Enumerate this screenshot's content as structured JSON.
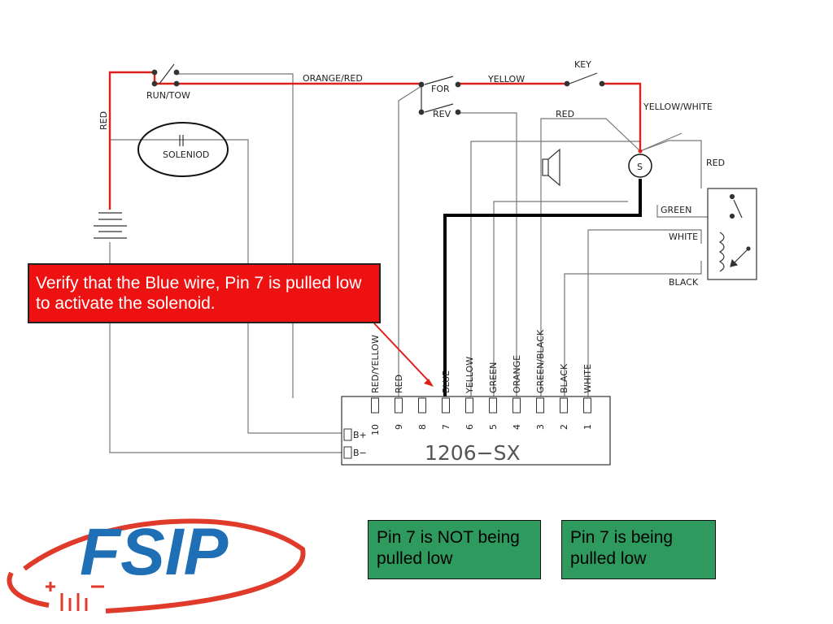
{
  "callout_text": "Verify that the Blue wire, Pin 7 is pulled low to activate the solenoid.",
  "buttons": {
    "not_pulled": "Pin 7 is NOT being pulled low",
    "pulled": "Pin 7 is being pulled low"
  },
  "labels": {
    "run_tow": "RUN/TOW",
    "orange_red": "ORANGE/RED",
    "red_left": "RED",
    "solenoid": "SOLENIOD",
    "for": "FOR",
    "rev": "REV",
    "yellow": "YELLOW",
    "key": "KEY",
    "red_top": "RED",
    "yellow_white": "YELLOW/WHITE",
    "s": "S",
    "red_right": "RED",
    "green": "GREEN",
    "white": "WHITE",
    "black": "BLACK",
    "bplus": "B+",
    "bminus": "B−",
    "controller": "1206−SX"
  },
  "pins": [
    {
      "num": "10",
      "label": "RED/YELLOW"
    },
    {
      "num": "9",
      "label": "RED"
    },
    {
      "num": "8",
      "label": ""
    },
    {
      "num": "7",
      "label": "BLUE"
    },
    {
      "num": "6",
      "label": "YELLOW"
    },
    {
      "num": "5",
      "label": "GREEN"
    },
    {
      "num": "4",
      "label": "ORANGE"
    },
    {
      "num": "3",
      "label": "GREEN/BLACK"
    },
    {
      "num": "2",
      "label": "BLACK"
    },
    {
      "num": "1",
      "label": "WHITE"
    }
  ],
  "logo": {
    "text": "FSIP",
    "color_blue": "#1f6fb6",
    "color_red": "#e03a2b"
  },
  "colors": {
    "wire_red": "#e0201b",
    "wire_gray": "#777777",
    "wire_black": "#000000",
    "callout_bg": "#ee1111",
    "button_bg": "#2e9a5e"
  }
}
